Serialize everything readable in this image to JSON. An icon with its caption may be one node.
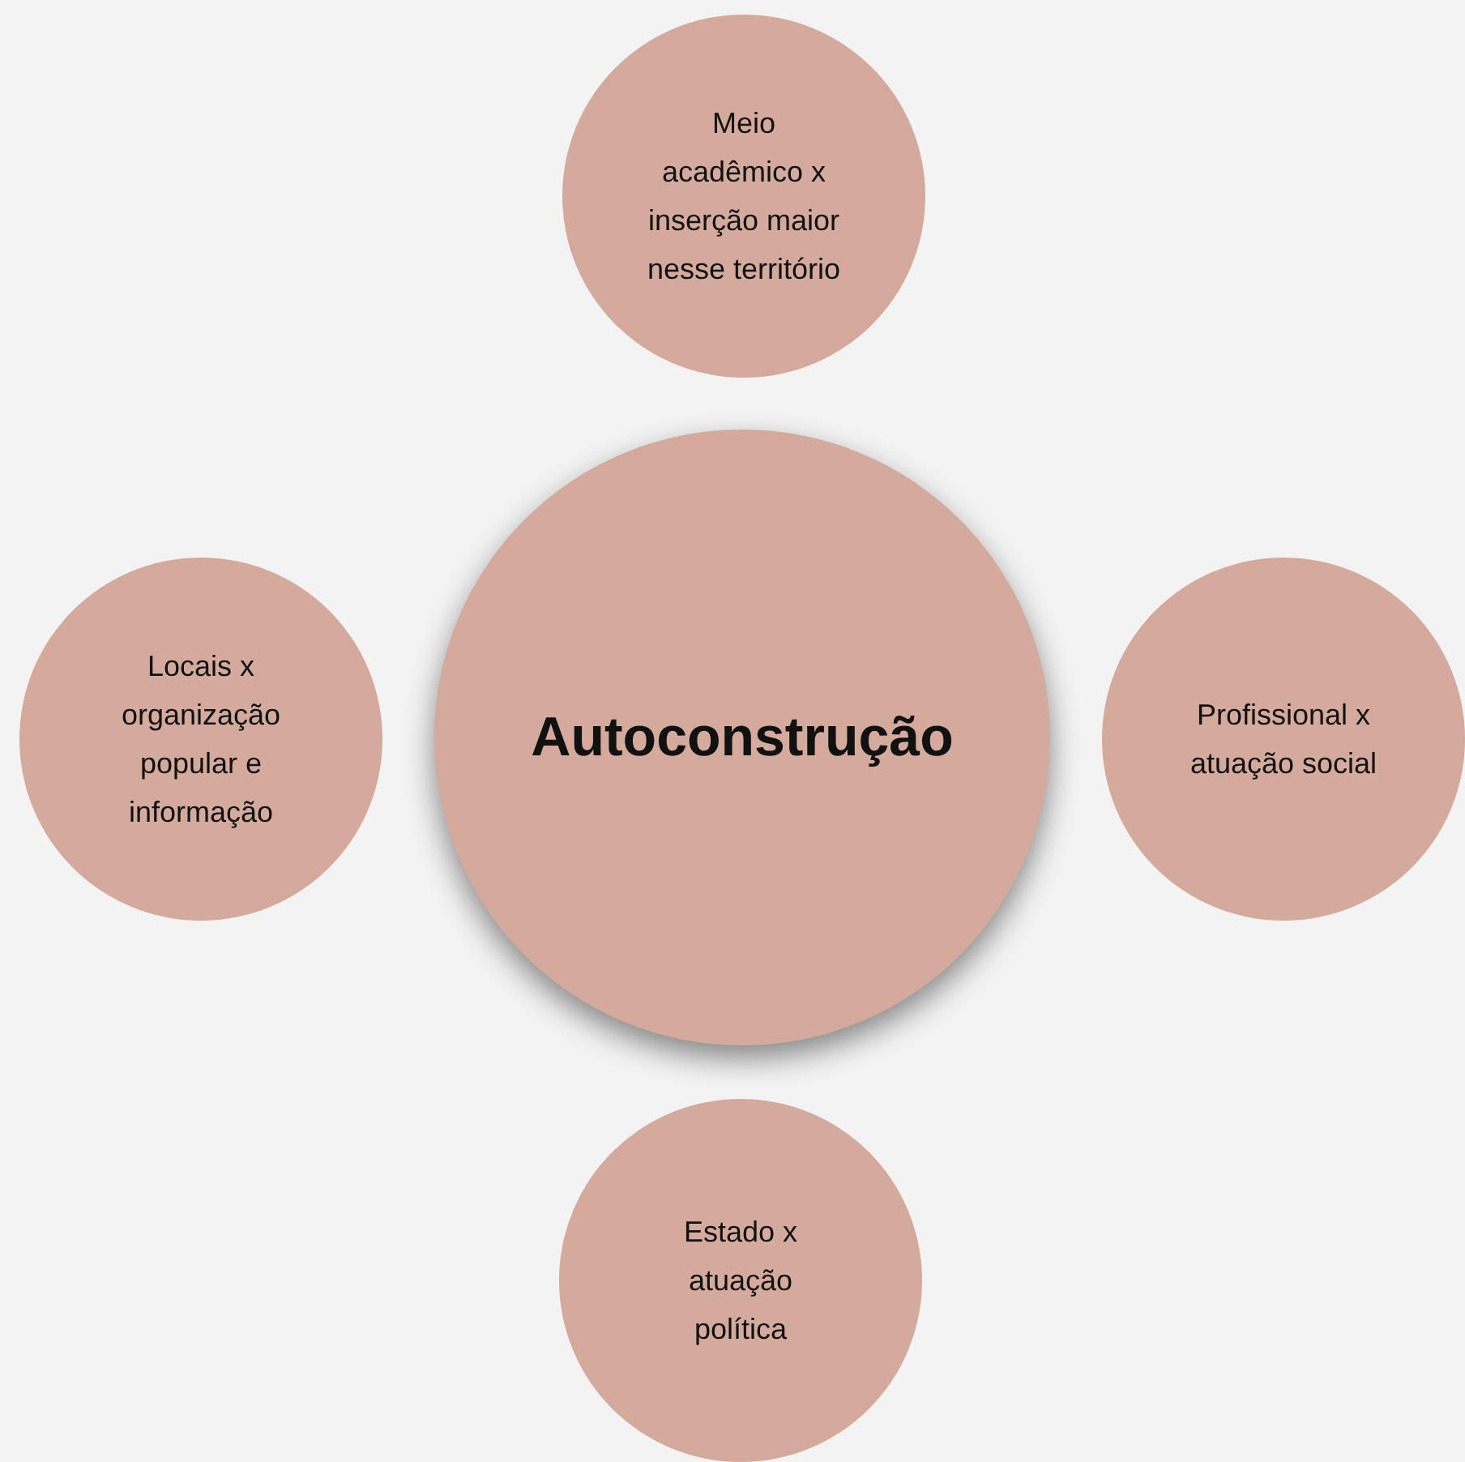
{
  "diagram": {
    "nodes": [
      {
        "text": [
          "Meio acadêmico x inserção maior nesse território"
        ]
      },
      {
        "text": [
          "Locais x organização popular e informação"
        ]
      },
      {
        "text": [
          "Autoconstrução"
        ]
      },
      {
        "text": [
          "Profissional x atuação social"
        ]
      },
      {
        "text": [
          "Estado x atuação política"
        ]
      }
    ]
  }
}
